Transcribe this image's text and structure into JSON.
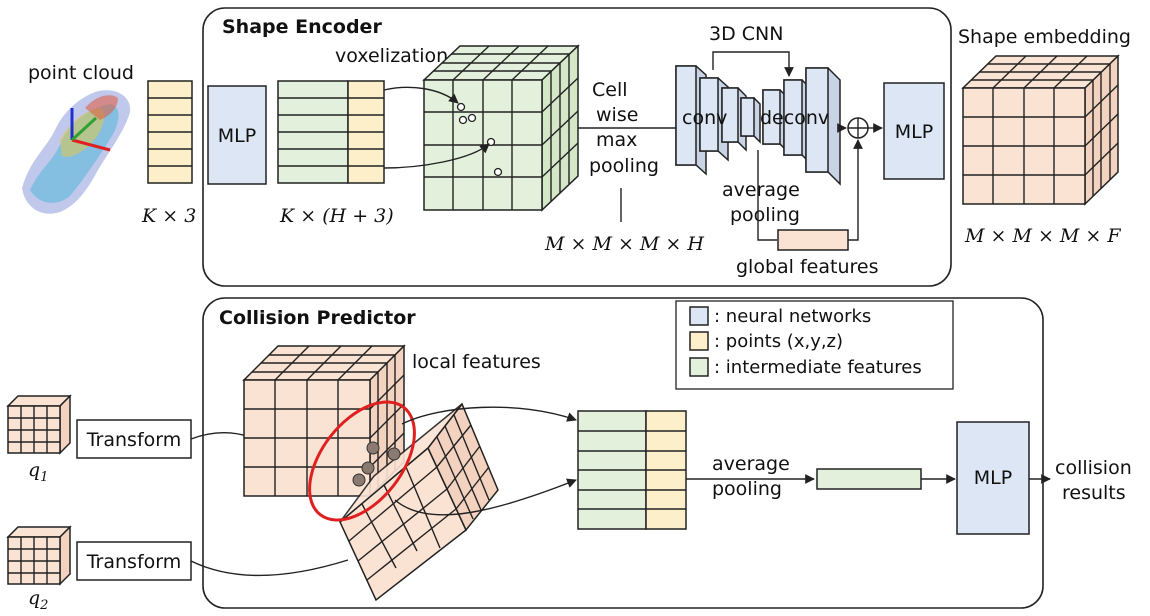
{
  "encoder": {
    "title": "Shape Encoder",
    "point_cloud_label": "point cloud",
    "points_dim": "K × 3",
    "mlp_label": "MLP",
    "features_dim": "K × (H + 3)",
    "voxelization_label": "voxelization",
    "voxel_dim": "M × M × M × H",
    "pooling_label_1": "Cell",
    "pooling_label_2": "wise",
    "pooling_label_3": "max",
    "pooling_label_4": "pooling",
    "cnn_title": "3D CNN",
    "conv_label": "conv",
    "deconv_label": "deconv",
    "avg_pool_1": "average",
    "avg_pool_2": "pooling",
    "global_features_label": "global features",
    "mlp2_label": "MLP",
    "embedding_title": "Shape embedding",
    "embedding_dim": "M × M × M × F"
  },
  "predictor": {
    "title": "Collision Predictor",
    "transform1": "Transform",
    "transform2": "Transform",
    "q1_label": "q",
    "q1_sub": "1",
    "q2_label": "q",
    "q2_sub": "2",
    "local_features_label": "local features",
    "avg_pool_1": "average",
    "avg_pool_2": "pooling",
    "mlp_label": "MLP",
    "result_1": "collision",
    "result_2": "results"
  },
  "legend": {
    "items": [
      {
        "label": ": neural networks",
        "color": "#dce6f4"
      },
      {
        "label": ": points (x,y,z)",
        "color": "#fdefc9"
      },
      {
        "label": ": intermediate features",
        "color": "#e3f0db"
      }
    ]
  },
  "colors": {
    "nn": "#dce6f4",
    "points": "#fdefc9",
    "intermediate": "#e3f0db",
    "embedding": "#fbe3d4",
    "highlight": "#e02020"
  }
}
